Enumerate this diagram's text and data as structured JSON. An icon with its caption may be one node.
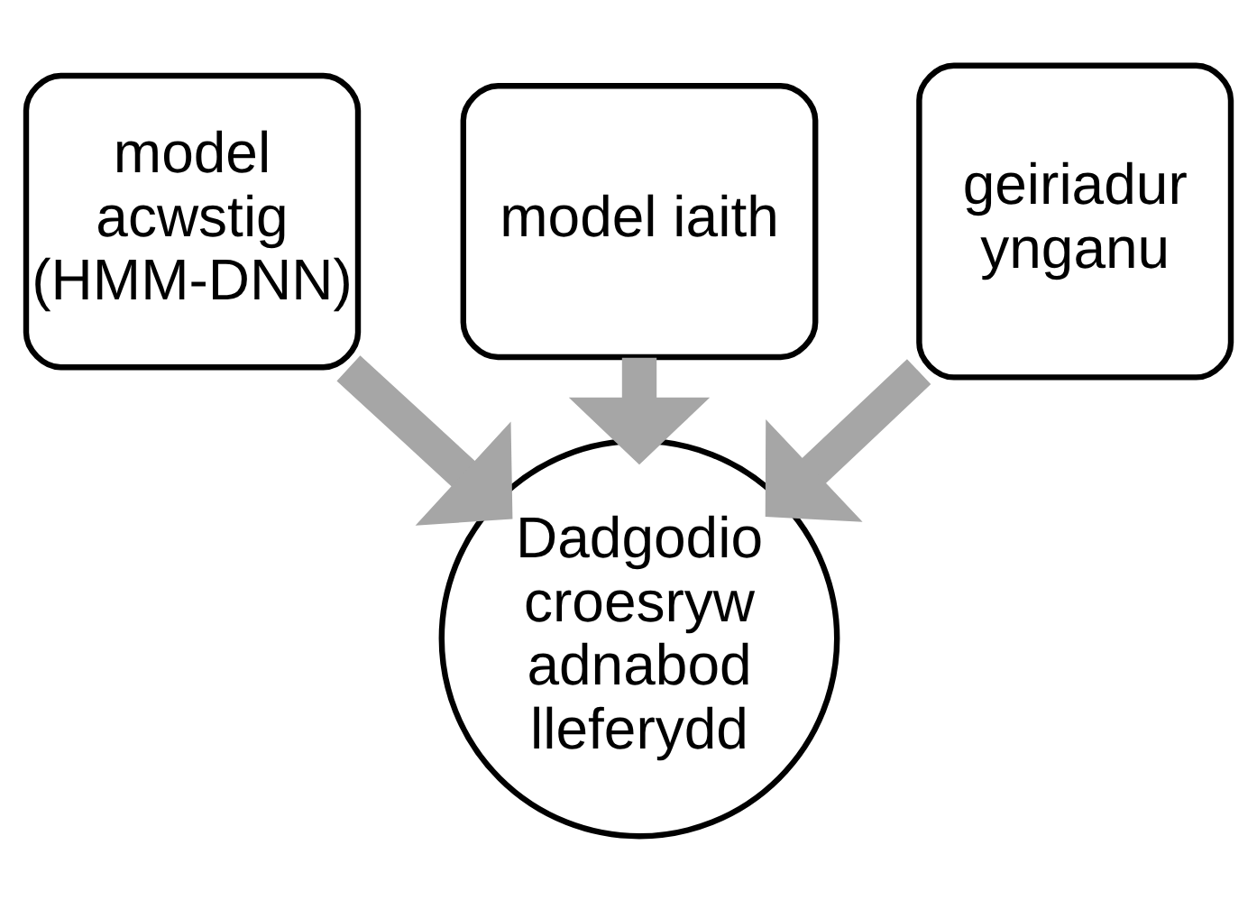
{
  "diagram": {
    "nodes": [
      {
        "text": [
          "model acwstig (HMM-DNN)"
        ]
      },
      {
        "text": [
          "model iaith"
        ]
      },
      {
        "text": [
          "geiriadur ynganu"
        ]
      },
      {
        "text": [
          "Dadgodio croesryw adnabod lleferydd"
        ]
      }
    ],
    "edges": [
      {
        "from": 0,
        "to": 3,
        "arrow": "to"
      },
      {
        "from": 1,
        "to": 3,
        "arrow": "to"
      },
      {
        "from": 2,
        "to": 3,
        "arrow": "to"
      }
    ]
  }
}
